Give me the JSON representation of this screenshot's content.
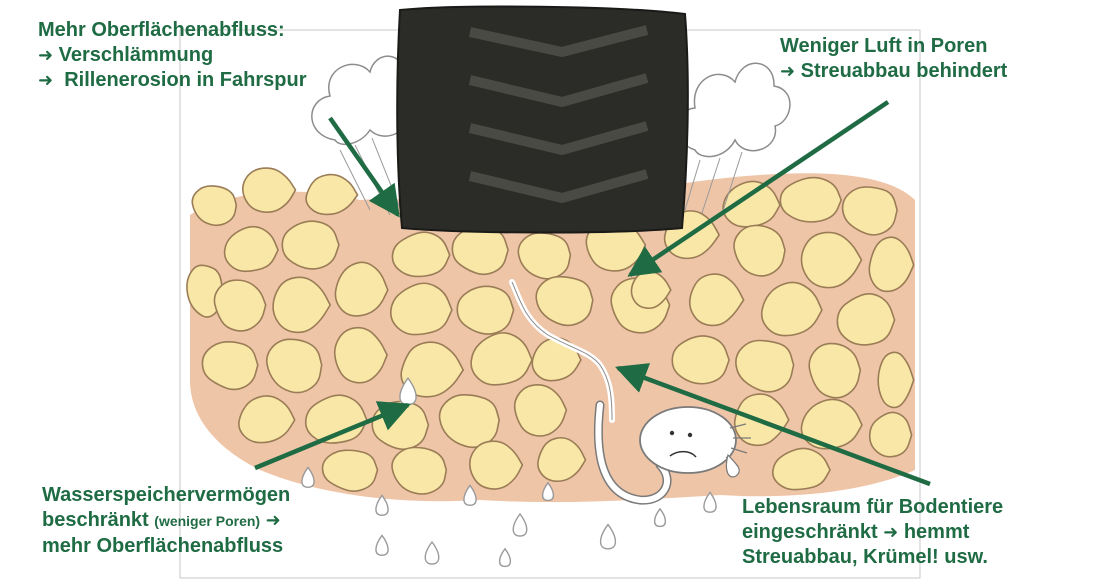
{
  "labels": {
    "surface_runoff": {
      "title": "Mehr Oberflächenabfluss:",
      "line2": "Verschlämmung",
      "line3": "Rillenerosion in Fahrspur"
    },
    "air_in_pores": {
      "title": "Weniger  Luft in Poren",
      "line2": "Streuabbau behindert"
    },
    "water_storage": {
      "title": "Wasserspeichervermögen",
      "line2": "beschränkt",
      "line2_small": "(weniger Poren)",
      "line3": "mehr Oberflächenabfluss"
    },
    "habitat": {
      "title": "Lebensraum  für Bodentiere",
      "line2_a": "eingeschränkt",
      "line2_b": "hemmt",
      "line3": "Streuabbau, Krümel! usw."
    },
    "arrow_glyph": "➜"
  },
  "colors": {
    "label_green": "#1f6b44",
    "soil_fill": "#f8e7a6",
    "soil_outline": "#9a7c56",
    "pore_background": "#efc5a8",
    "tire": "#2b2b28"
  }
}
